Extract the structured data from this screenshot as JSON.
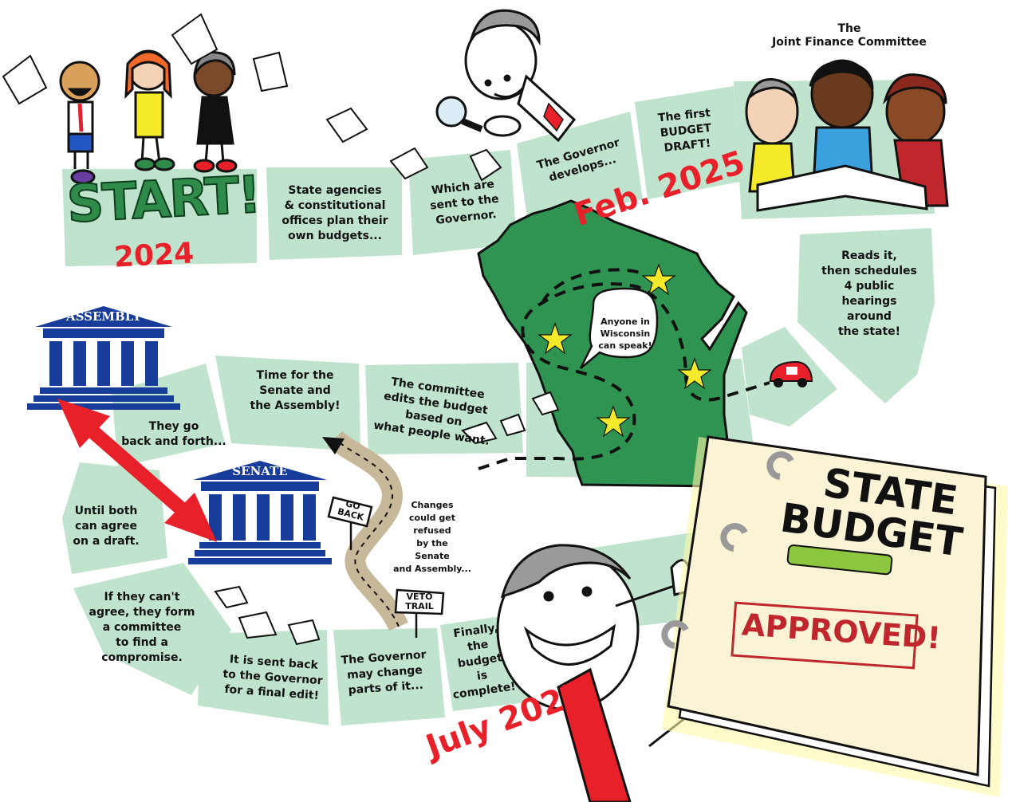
{
  "title": {
    "start": "START!",
    "year_2024": "2024",
    "feb_2025": "Feb. 2025",
    "july_2025": "July 2025"
  },
  "steps": [
    {
      "id": "agencies",
      "text": "State agencies\n& constitutional\noffices plan their\nown budgets..."
    },
    {
      "id": "sent",
      "text": "Which are\nsent to the\nGovernor."
    },
    {
      "id": "develops",
      "text": "The Governor\ndevelops..."
    },
    {
      "id": "first_draft",
      "text": "The first\nBUDGET\nDRAFT!"
    },
    {
      "id": "reads",
      "text": "Reads it,\nthen schedules\n4 public\nhearings\naround\nthe state!"
    },
    {
      "id": "edits",
      "text": "The committee\nedits the budget\nbased on\nwhat people want."
    },
    {
      "id": "senate_assembly",
      "text": "Time for the\nSenate and\nthe Assembly!"
    },
    {
      "id": "back_forth",
      "text": "They go\nback and forth..."
    },
    {
      "id": "until_agree",
      "text": "Until both\ncan agree\non a draft."
    },
    {
      "id": "committee",
      "text": "If they can't\nagree, they form\na committee\nto find a\ncompromise."
    },
    {
      "id": "sent_back",
      "text": "It is sent back\nto the Governor\nfor a final edit!"
    },
    {
      "id": "may_change",
      "text": "The Governor\nmay change\nparts of it..."
    },
    {
      "id": "complete",
      "text": "Finally,\nthe\nbudget\nis\ncomplete!"
    }
  ],
  "labels": {
    "jfc": "The\nJoint Finance Committee",
    "assembly": "ASSEMBLY",
    "senate": "SENATE",
    "anyone": "Anyone in\nWisconsin\ncan speak!",
    "changes": "Changes\ncould get\nrefused\nby the\nSenate\nand Assembly...",
    "go_back": "GO\nBACK",
    "veto_trail": "VETO\nTRAIL",
    "state_budget_1": "STATE",
    "state_budget_2": "BUDGET",
    "approved": "APPROVED!"
  },
  "colors": {
    "path": "#bfe3cc",
    "green": "#2e8b4a",
    "red": "#e8202a",
    "blue": "#173c99",
    "wisconsin": "#2f9451",
    "star": "#f5ea2a"
  }
}
